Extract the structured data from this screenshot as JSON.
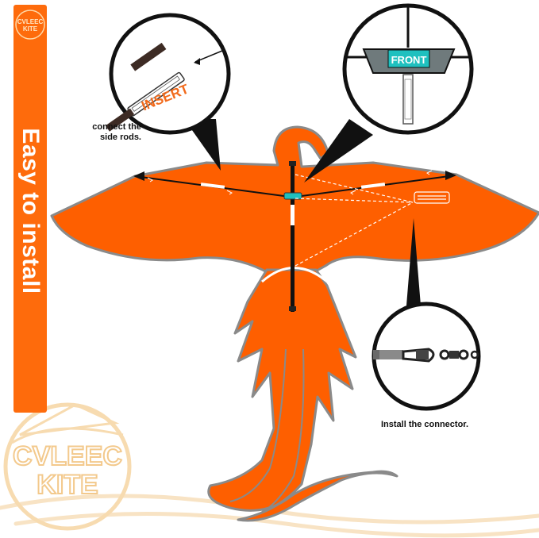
{
  "banner": {
    "text": "Easy to install",
    "color": "#fe6b0c"
  },
  "logo": {
    "line1": "CVLEEC",
    "line2": "KITE"
  },
  "callouts": {
    "insert_label": "INSERT",
    "front_label": "FRONT",
    "side_rods_caption_line1": "connect the",
    "side_rods_caption_line2": "side rods.",
    "connector_caption": "Install the connector."
  },
  "colors": {
    "kite": "#fe5f00",
    "kite_outline": "#8a8a8a",
    "front_tag": "#1fc0bf",
    "insert_text": "#f26a1b",
    "logo_watermark": "#f6d7a9"
  }
}
